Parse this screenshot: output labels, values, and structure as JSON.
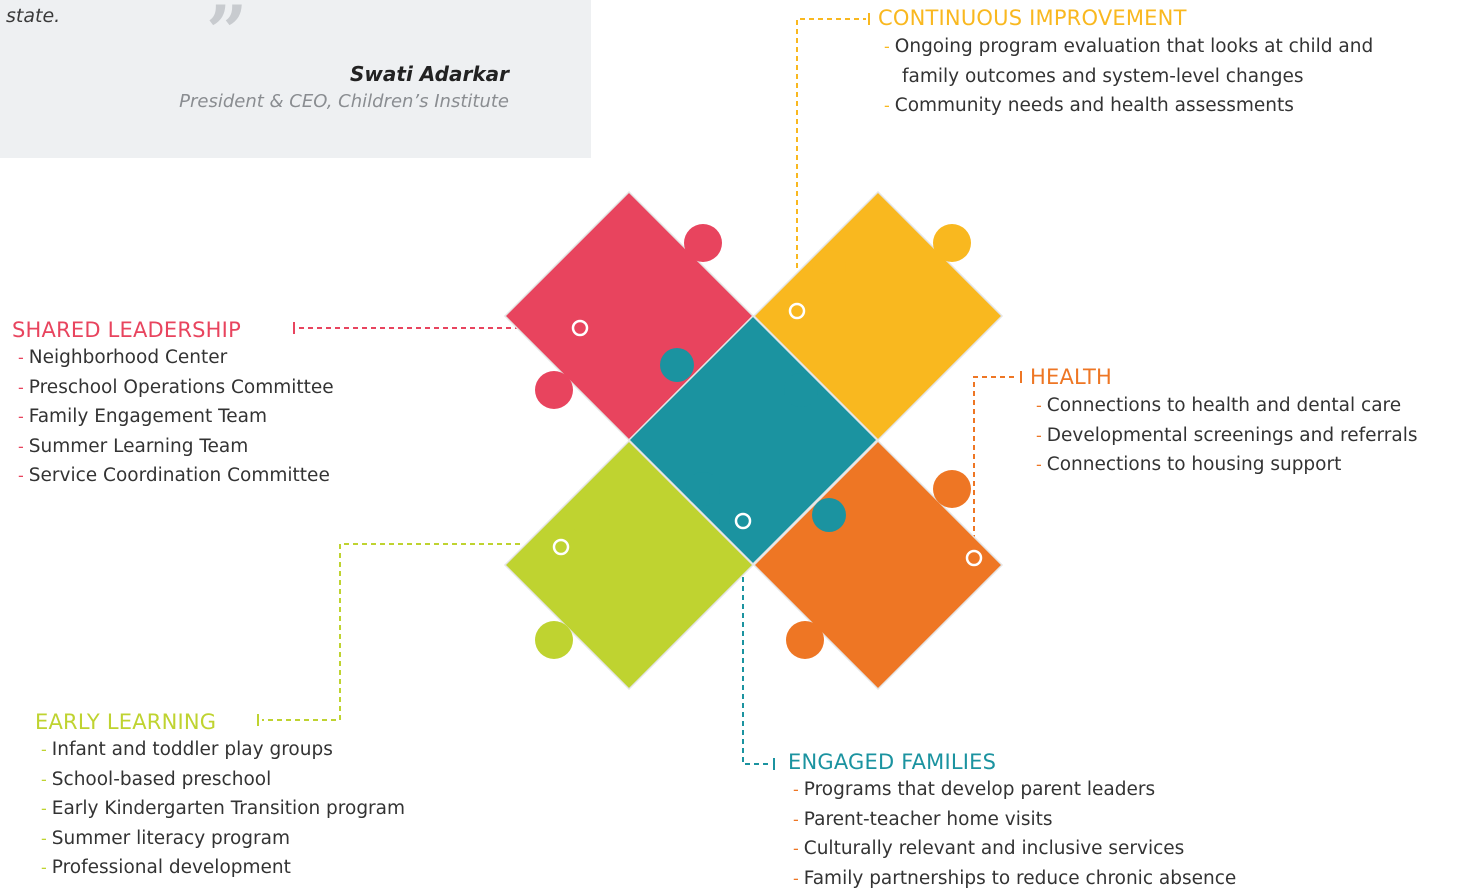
{
  "quote": {
    "fragment": "state.",
    "mark": "”",
    "author": "Swati Adarkar",
    "role": "President & CEO, Children’s Institute"
  },
  "colors": {
    "shared_leadership": "#e8445e",
    "continuous_improvement": "#f9b81f",
    "health": "#ee7624",
    "early_learning": "#bfd330",
    "engaged_families": "#1b93a0"
  },
  "sections": {
    "continuous_improvement": {
      "title": "CONTINUOUS IMPROVEMENT",
      "items": [
        "Ongoing program evaluation that looks at child and",
        "family outcomes and system-level changes",
        "Community needs and health assessments"
      ]
    },
    "shared_leadership": {
      "title": "SHARED LEADERSHIP",
      "items": [
        "Neighborhood Center",
        "Preschool Operations Committee",
        "Family Engagement Team",
        "Summer Learning Team",
        "Service Coordination Committee"
      ]
    },
    "health": {
      "title": "HEALTH",
      "items": [
        "Connections to health and dental care",
        "Developmental screenings and referrals",
        "Connections to housing support"
      ]
    },
    "early_learning": {
      "title": "EARLY LEARNING",
      "items": [
        "Infant and toddler play groups",
        "School-based preschool",
        "Early Kindergarten Transition program",
        "Summer literacy program",
        "Professional development"
      ]
    },
    "engaged_families": {
      "title": "ENGAGED FAMILIES",
      "items": [
        "Programs that develop parent leaders",
        "Parent-teacher home visits",
        "Culturally relevant and inclusive services",
        "Family partnerships to reduce chronic absence"
      ]
    }
  },
  "dash": "-"
}
